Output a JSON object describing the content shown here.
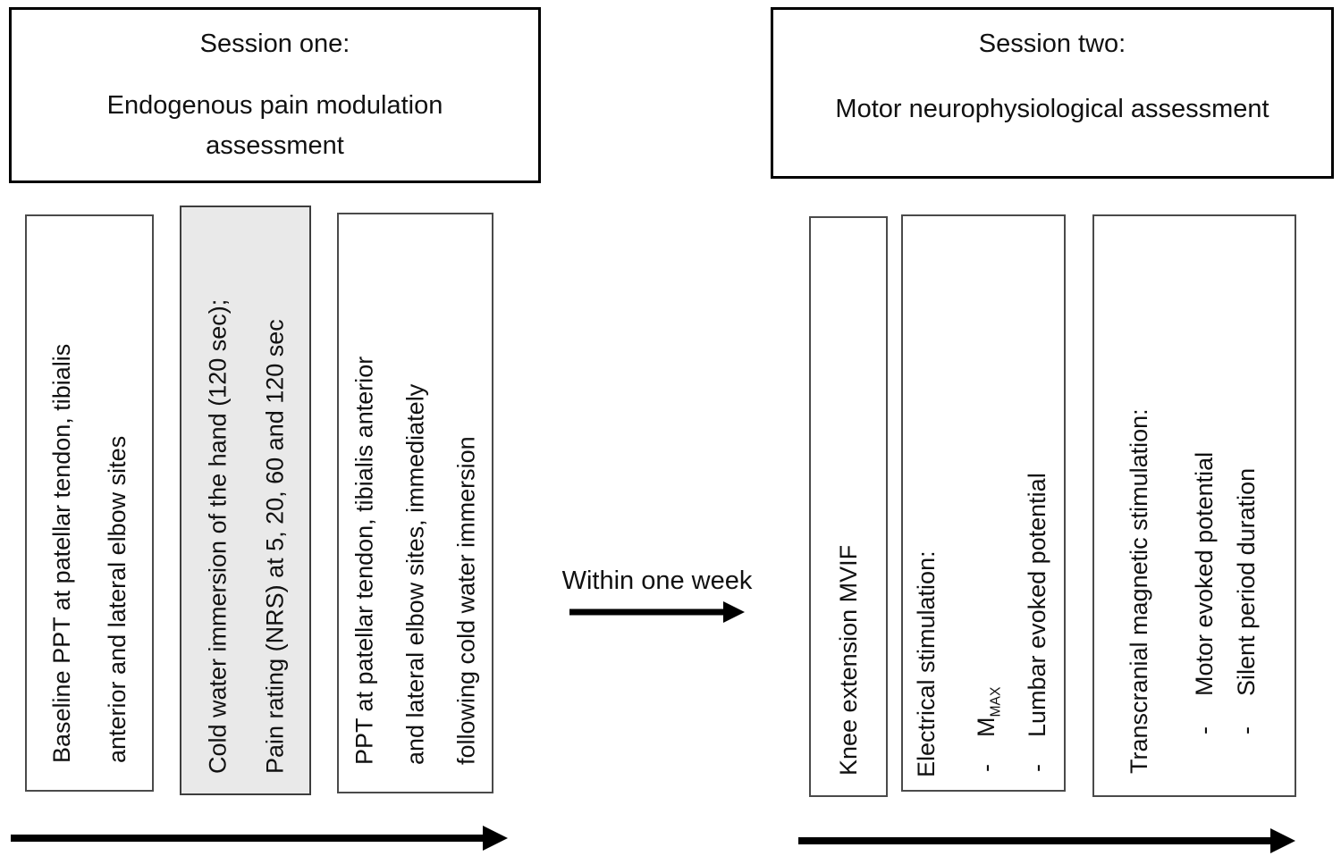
{
  "diagram": {
    "session1": {
      "title": "Session one:",
      "subtitle": "Endogenous pain modulation assessment",
      "steps": [
        {
          "lines": [
            "Baseline PPT at patellar tendon, tibialis",
            "anterior and lateral elbow sites"
          ]
        },
        {
          "lines": [
            "Cold water immersion of the hand (120 sec);",
            "Pain rating (NRS) at 5, 20, 60 and 120 sec"
          ]
        },
        {
          "lines": [
            "PPT at patellar tendon, tibialis anterior",
            "and lateral elbow sites, immediately",
            "following cold water immersion"
          ]
        }
      ]
    },
    "transition": {
      "label": "Within one week"
    },
    "session2": {
      "title": "Session two:",
      "subtitle": "Motor neurophysiological assessment",
      "steps": {
        "mvif": "Knee extension MVIF",
        "electrical": {
          "heading": "Electrical stimulation:",
          "dash": "-",
          "bullet1_main": "M",
          "bullet1_sub": "MAX",
          "bullet2": "Lumbar evoked potential"
        },
        "tms": {
          "heading": "Transcranial magnetic stimulation:",
          "dash": "-",
          "bullet1": "Motor evoked potential",
          "bullet2": "Silent period duration"
        }
      }
    },
    "colors": {
      "highlight_step_bg": "#e9e9e9",
      "border": "#000000",
      "text": "#111111"
    }
  }
}
